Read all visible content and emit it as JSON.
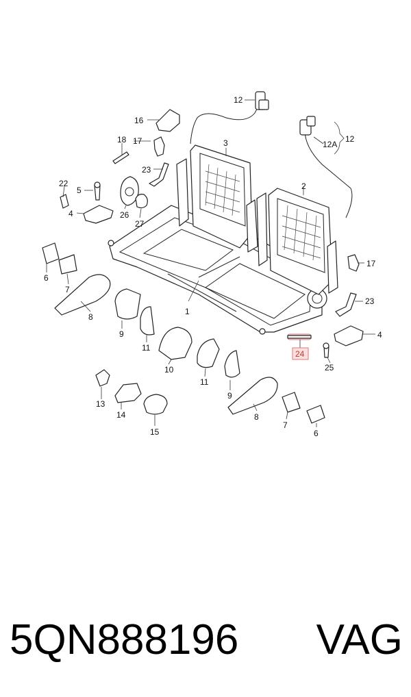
{
  "diagram": {
    "callouts": {
      "c1": "1",
      "c2": "2",
      "c3": "3",
      "c4a": "4",
      "c4b": "4",
      "c5": "5",
      "c6a": "6",
      "c6b": "6",
      "c7a": "7",
      "c7b": "7",
      "c8a": "8",
      "c8b": "8",
      "c9a": "9",
      "c9b": "9",
      "c10": "10",
      "c11a": "11",
      "c11b": "11",
      "c12a": "12",
      "c12b": "12",
      "c12A": "12A",
      "c13": "13",
      "c14": "14",
      "c15": "15",
      "c16": "16",
      "c17a": "17",
      "c17b": "17",
      "c18": "18",
      "c22": "22",
      "c23a": "23",
      "c23b": "23",
      "c24": "24",
      "c25": "25",
      "c26": "26",
      "c27": "27"
    },
    "highlight_color": "#fbdede"
  },
  "footer": {
    "part_number": "5QN888196",
    "brand": "VAG"
  }
}
